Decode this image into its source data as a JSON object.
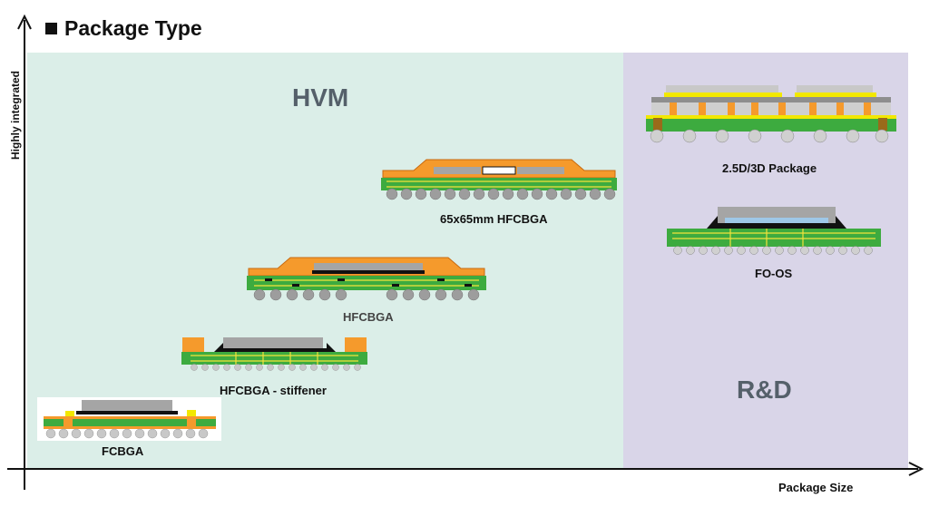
{
  "title": "Package Type",
  "axes": {
    "y_label": "Highly integrated",
    "x_label": "Package Size"
  },
  "regions": {
    "hvm": {
      "label": "HVM",
      "color": "#dbeee8"
    },
    "rnd": {
      "label": "R&D",
      "color": "#d9d5e8"
    }
  },
  "packages": {
    "fcbga": {
      "label": "FCBGA"
    },
    "hfcbga_stiffener": {
      "label": "HFCBGA - stiffener"
    },
    "hfcbga": {
      "label": "HFCBGA"
    },
    "hfcbga_65": {
      "label": "65x65mm  HFCBGA"
    },
    "pkg_25d3d": {
      "label": "2.5D/3D Package"
    },
    "fo_os": {
      "label": "FO-OS"
    }
  },
  "colors": {
    "substrate": "#3dab3f",
    "trace": "#f4e23a",
    "lid": "#f59a2c",
    "die": "#a5a5a5",
    "ball": "#c8c8c8",
    "underfill": "#111111"
  }
}
